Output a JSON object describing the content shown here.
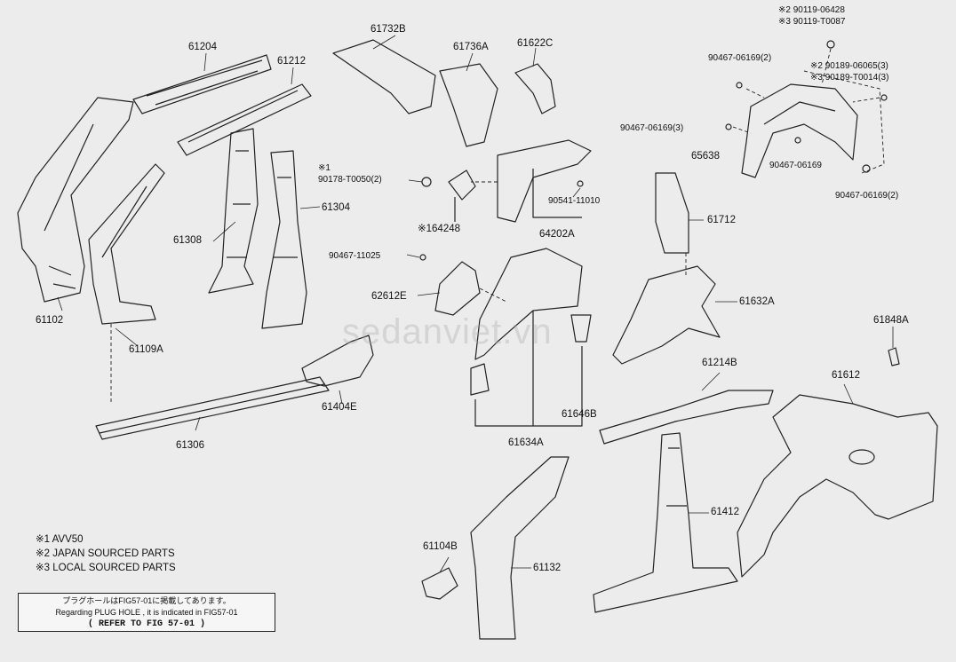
{
  "watermark": "sedanviet.vn",
  "parts": [
    {
      "id": "p61204",
      "text": "61204"
    },
    {
      "id": "p61212",
      "text": "61212"
    },
    {
      "id": "p61732b",
      "text": "61732B"
    },
    {
      "id": "p61736a",
      "text": "61736A"
    },
    {
      "id": "p61622c",
      "text": "61622C"
    },
    {
      "id": "p61102",
      "text": "61102"
    },
    {
      "id": "p61109a",
      "text": "61109A"
    },
    {
      "id": "p61308",
      "text": "61308"
    },
    {
      "id": "p61304",
      "text": "61304"
    },
    {
      "id": "p90178",
      "text": "90178-T0050(2)"
    },
    {
      "id": "p64248",
      "text": "※164248"
    },
    {
      "id": "p90541",
      "text": "90541-11010"
    },
    {
      "id": "p64202a",
      "text": "64202A"
    },
    {
      "id": "p90467a",
      "text": "90467-11025"
    },
    {
      "id": "p62612e",
      "text": "62612E"
    },
    {
      "id": "p61712",
      "text": "61712"
    },
    {
      "id": "p61632a",
      "text": "61632A"
    },
    {
      "id": "p61306",
      "text": "61306"
    },
    {
      "id": "p61404e",
      "text": "61404E"
    },
    {
      "id": "p61634a",
      "text": "61634A"
    },
    {
      "id": "p61646b",
      "text": "61646B"
    },
    {
      "id": "p61214b",
      "text": "61214B"
    },
    {
      "id": "p61612",
      "text": "61612"
    },
    {
      "id": "p61848a",
      "text": "61848A"
    },
    {
      "id": "p61412",
      "text": "61412"
    },
    {
      "id": "p61104b",
      "text": "61104B"
    },
    {
      "id": "p61132",
      "text": "61132"
    },
    {
      "id": "pk1",
      "text": "※2 90119-06428"
    },
    {
      "id": "pk2",
      "text": "※3 90119-T0087"
    },
    {
      "id": "p90467b",
      "text": "90467-06169(2)"
    },
    {
      "id": "pk3",
      "text": "※2 90189-06065(3)"
    },
    {
      "id": "pk4",
      "text": "※3 90189-T0014(3)"
    },
    {
      "id": "p90467c",
      "text": "90467-06169(3)"
    },
    {
      "id": "p65638",
      "text": "65638"
    },
    {
      "id": "p90467d",
      "text": "90467-06169"
    },
    {
      "id": "p90467e",
      "text": "90467-06169(2)"
    },
    {
      "id": "pk5",
      "text": "※1"
    }
  ],
  "notes": [
    "※1 AVV50",
    "※2 JAPAN SOURCED PARTS",
    "※3 LOCAL SOURCED PARTS"
  ],
  "reference_box": {
    "line_jp": "プラグホールはFIG57-01に掲載してあります。",
    "line_en": "Regarding PLUG HOLE , it is indicated in FIG57-01",
    "ref": "( REFER TO FIG 57-01 )"
  }
}
